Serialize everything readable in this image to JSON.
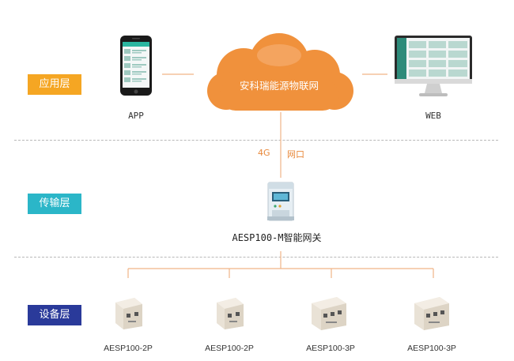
{
  "layers": {
    "application": "应用层",
    "transport": "传输层",
    "device": "设备层"
  },
  "cloud": {
    "label": "安科瑞能源物联网"
  },
  "app": {
    "label": "APP"
  },
  "web": {
    "label": "WEB"
  },
  "links": {
    "cellular": "4G",
    "ethernet": "网口"
  },
  "gateway": {
    "label": "AESP100-M智能网关"
  },
  "devices": [
    {
      "label": "AESP100-2P"
    },
    {
      "label": "AESP100-2P"
    },
    {
      "label": "AESP100-3P"
    },
    {
      "label": "AESP100-3P"
    }
  ],
  "colors": {
    "application": "#f5a623",
    "transport": "#2bb6c8",
    "device": "#2a3a9a",
    "cloud": "#f0913c",
    "connector": "#f0b487"
  }
}
